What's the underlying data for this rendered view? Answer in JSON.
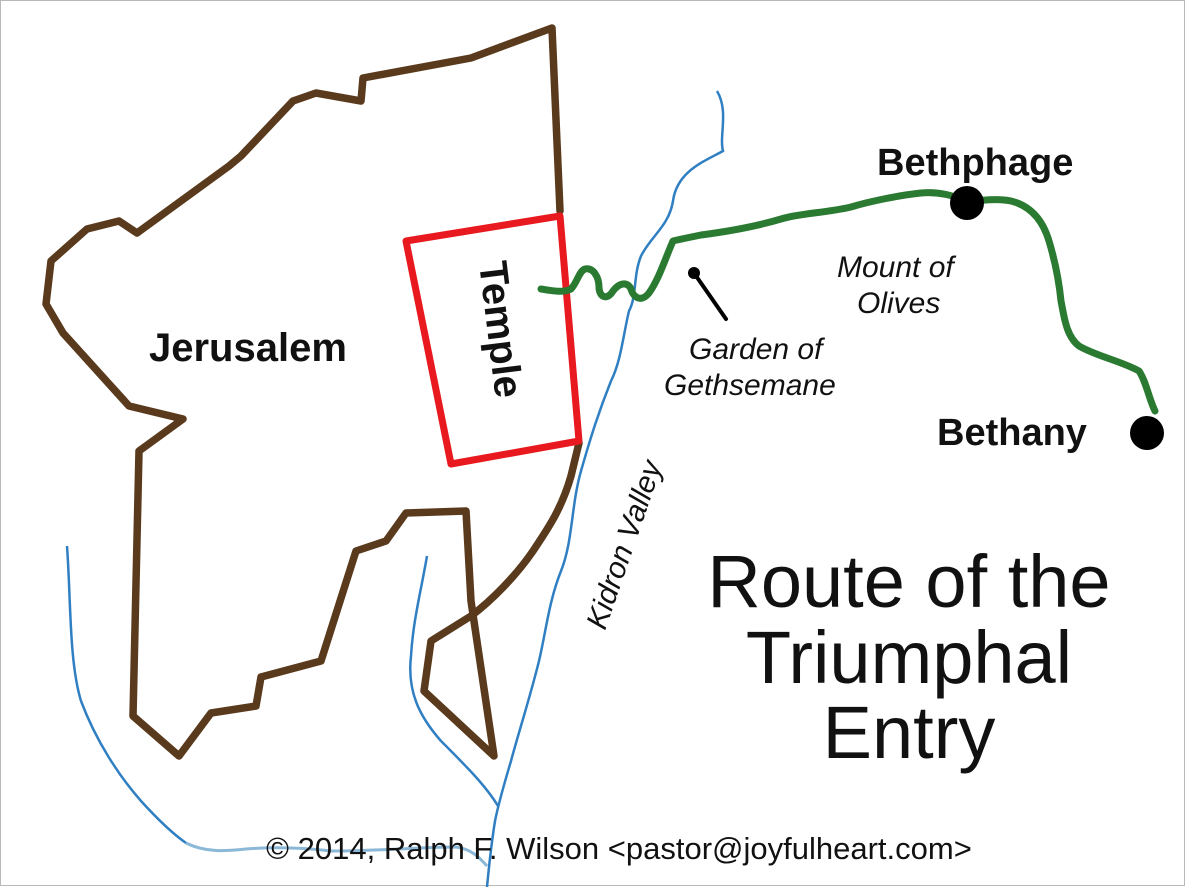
{
  "map": {
    "title_lines": [
      "Route of the",
      "Triumphal",
      "Entry"
    ],
    "places": {
      "jerusalem": "Jerusalem",
      "temple": "Temple",
      "bethphage": "Bethphage",
      "bethany": "Bethany"
    },
    "features": {
      "kidron_valley": "Kidron Valley",
      "mount_of_olives_lines": [
        "Mount of",
        "Olives"
      ],
      "garden_lines": [
        "Garden of",
        "Gethsemane"
      ]
    },
    "copyright": "© 2014, Ralph F. Wilson <pastor@joyfulheart.com>"
  },
  "colors": {
    "city_wall": "#5a3a1c",
    "temple": "#e8191f",
    "route": "#2a7a32",
    "stream": "#2f7fc2",
    "stream_light": "#8cb8d8",
    "marker": "#000000"
  }
}
